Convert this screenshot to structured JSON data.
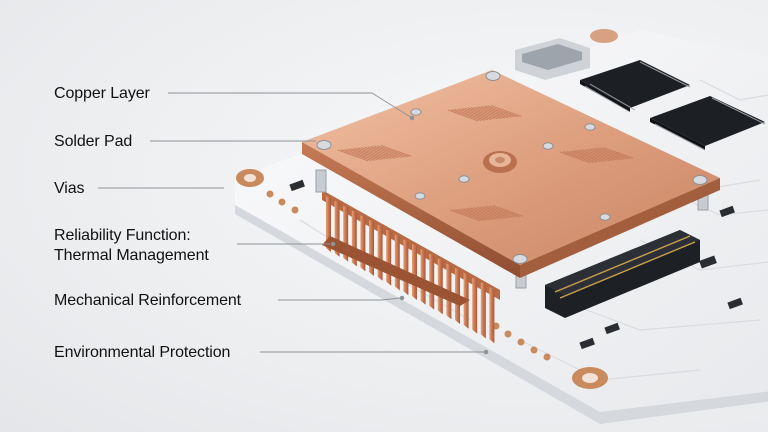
{
  "labels": [
    {
      "id": "copper-layer",
      "text": "Copper Layer"
    },
    {
      "id": "solder-pad",
      "text": "Solder Pad"
    },
    {
      "id": "vias",
      "text": "Vias"
    },
    {
      "id": "reliability-function",
      "line1": "Reliability Function:",
      "line2": "Thermal Management"
    },
    {
      "id": "mechanical-reinforcement",
      "text": "Mechanical Reinforcement"
    },
    {
      "id": "environmental-protection",
      "text": "Environmental Protection"
    }
  ],
  "colors": {
    "copper": "#d99a7a",
    "copper_dark": "#b8704f",
    "board": "#f4f5f6",
    "chip": "#1c1f24",
    "pad": "#c98a5e",
    "leader": "#8e9398"
  }
}
